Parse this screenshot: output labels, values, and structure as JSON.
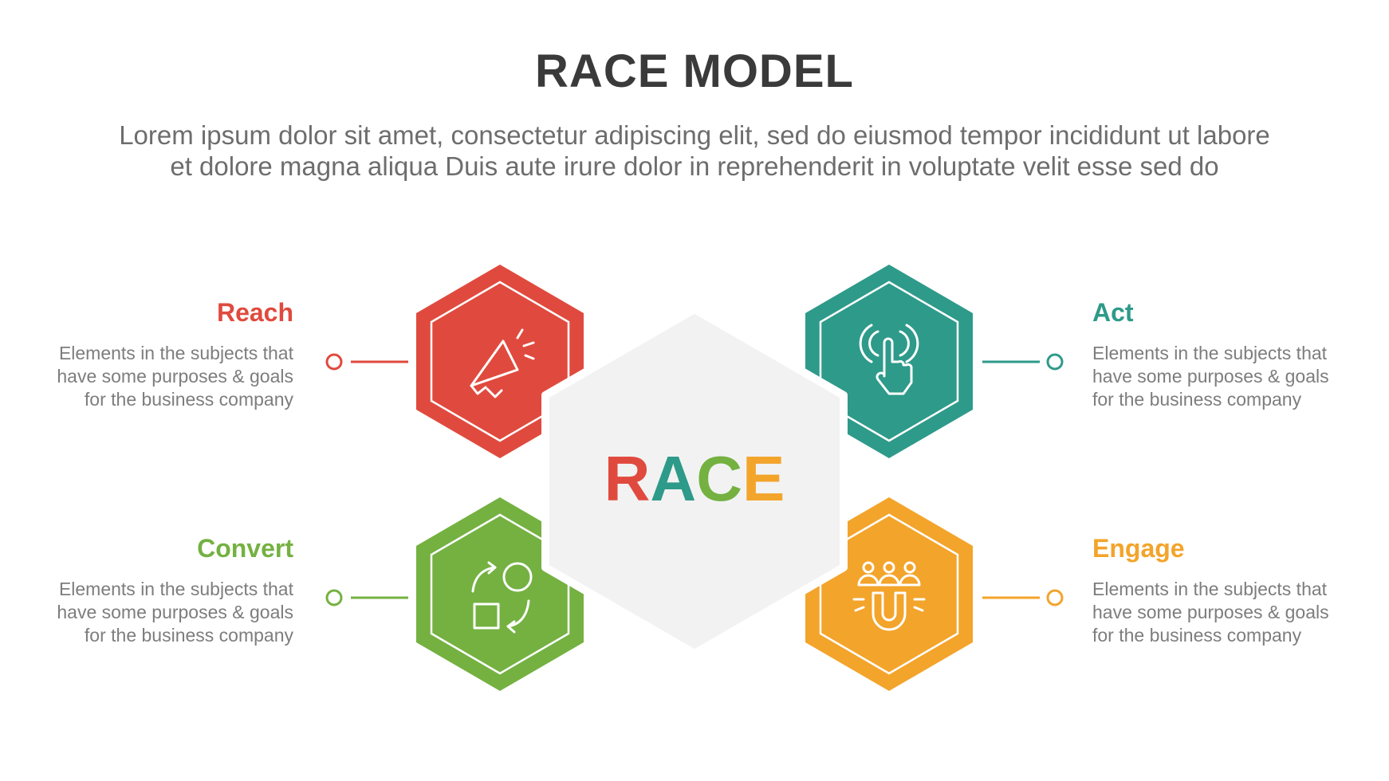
{
  "header": {
    "title": "RACE MODEL",
    "subtitle_lines": [
      "Lorem ipsum dolor sit amet, consectetur adipiscing elit, sed do eiusmod tempor incididunt ut labore",
      "et dolore magna aliqua Duis aute irure dolor in reprehenderit in voluptate velit esse sed do"
    ]
  },
  "center": {
    "letters": [
      {
        "char": "R",
        "color": "#e04a3e"
      },
      {
        "char": "A",
        "color": "#2e9a8a"
      },
      {
        "char": "C",
        "color": "#74b141"
      },
      {
        "char": "E",
        "color": "#f3a42b"
      }
    ]
  },
  "items": [
    {
      "key": "reach",
      "title": "Reach",
      "color": "#e04a3e",
      "icon": "megaphone-icon",
      "desc_lines": [
        "Elements in the subjects that",
        "have  some purposes & goals",
        "for the  business company"
      ]
    },
    {
      "key": "act",
      "title": "Act",
      "color": "#2e9a8a",
      "icon": "tap-hand-icon",
      "desc_lines": [
        "Elements in the subjects that",
        "have  some purposes & goals",
        "for the  business company"
      ]
    },
    {
      "key": "convert",
      "title": "Convert",
      "color": "#74b141",
      "icon": "shapes-cycle-icon",
      "desc_lines": [
        "Elements in the subjects that",
        "have  some purposes & goals",
        "for the  business company"
      ]
    },
    {
      "key": "engage",
      "title": "Engage",
      "color": "#f3a42b",
      "icon": "magnet-people-icon",
      "desc_lines": [
        "Elements in the subjects that",
        "have  some purposes & goals",
        "for the  business company"
      ]
    }
  ]
}
